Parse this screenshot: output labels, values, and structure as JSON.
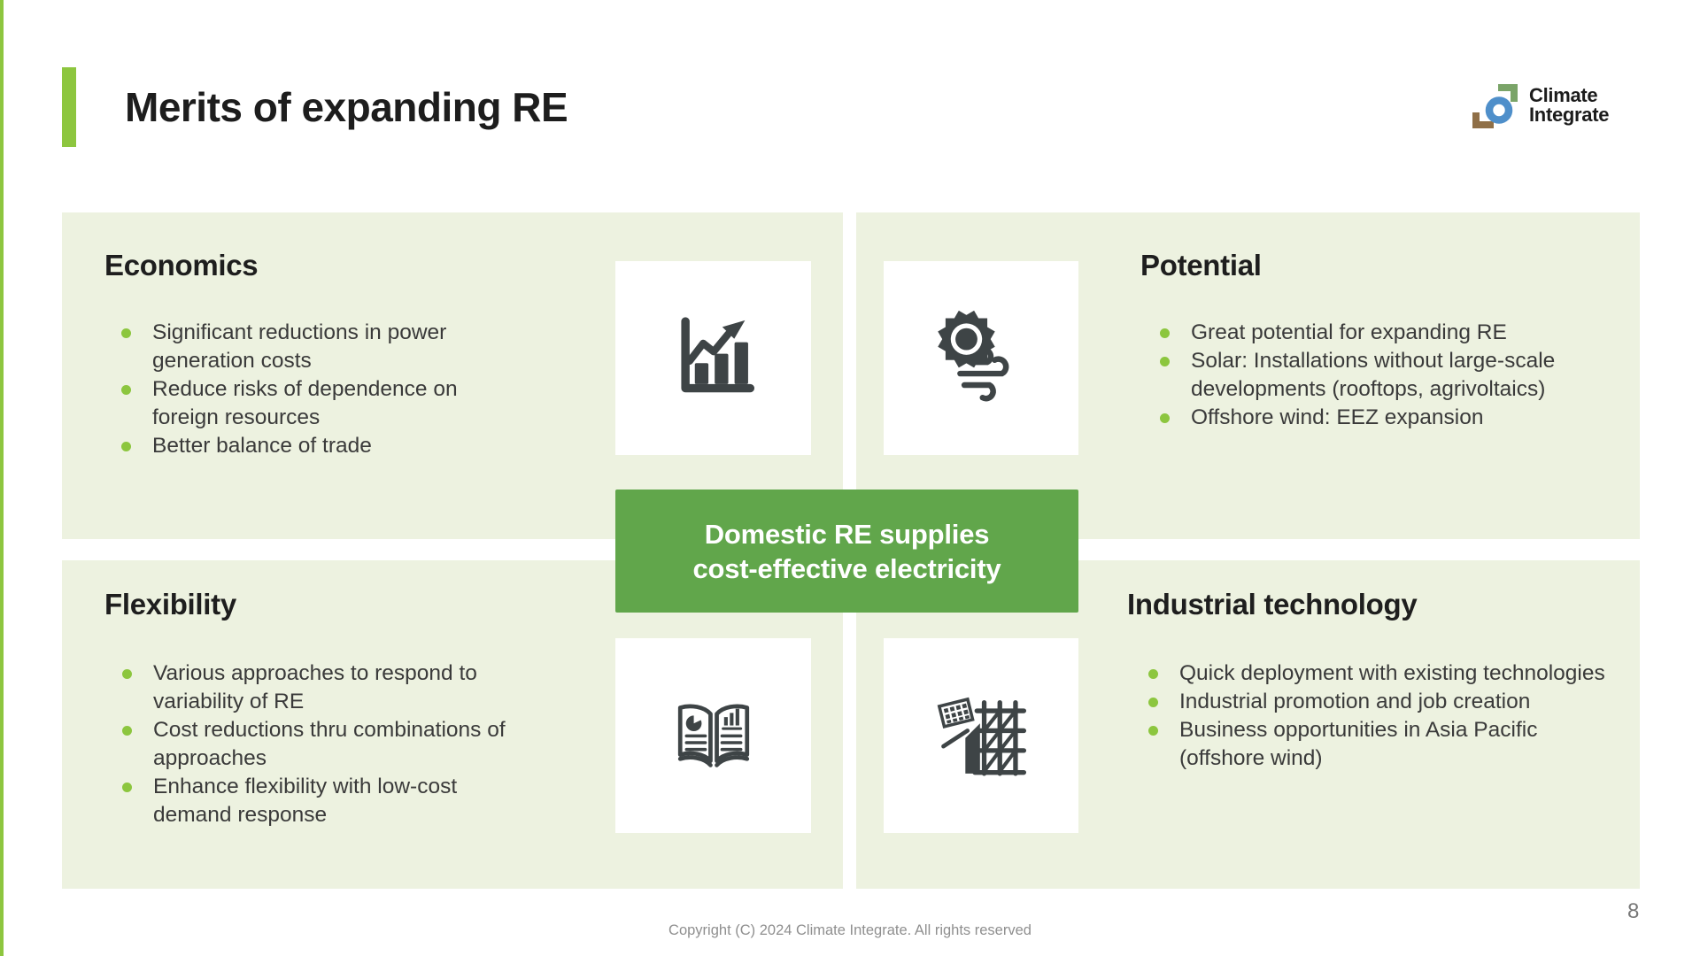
{
  "header": {
    "title": "Merits of expanding RE"
  },
  "logo": {
    "line1": "Climate",
    "line2": "Integrate"
  },
  "sections": [
    {
      "id": "economics",
      "title": "Economics",
      "icon": "bar-chart-growth-icon",
      "bullets": [
        "Significant reductions in power generation costs",
        "Reduce risks of dependence on foreign resources",
        "Better balance of trade"
      ]
    },
    {
      "id": "potential",
      "title": "Potential",
      "icon": "sun-wind-icon",
      "bullets": [
        "Great potential for expanding RE",
        "Solar: Installations without large-scale developments (rooftops, agrivoltaics)",
        "Offshore wind: EEZ expansion"
      ]
    },
    {
      "id": "flexibility",
      "title": "Flexibility",
      "icon": "open-book-report-icon",
      "bullets": [
        "Various approaches to respond to variability of RE",
        "Cost reductions thru combinations of approaches",
        "Enhance flexibility with low-cost demand response"
      ]
    },
    {
      "id": "industrial",
      "title": "Industrial technology",
      "icon": "solar-construction-icon",
      "bullets": [
        "Quick deployment with existing technologies",
        "Industrial promotion and job creation",
        "Business opportunities in Asia Pacific (offshore wind)"
      ]
    }
  ],
  "center_box": {
    "line1": "Domestic RE supplies",
    "line2": "cost-effective electricity"
  },
  "footer": {
    "copyright": "Copyright (C) 2024 Climate Integrate. All rights reserved",
    "page_number": "8"
  },
  "colors": {
    "accent_green": "#8dc63f",
    "panel_green": "#edf2e0",
    "box_green": "#61a64b",
    "icon_dark": "#3e4446",
    "logo_blue": "#4f8fca",
    "logo_sage": "#7aa468",
    "logo_brown": "#8f6f47"
  }
}
